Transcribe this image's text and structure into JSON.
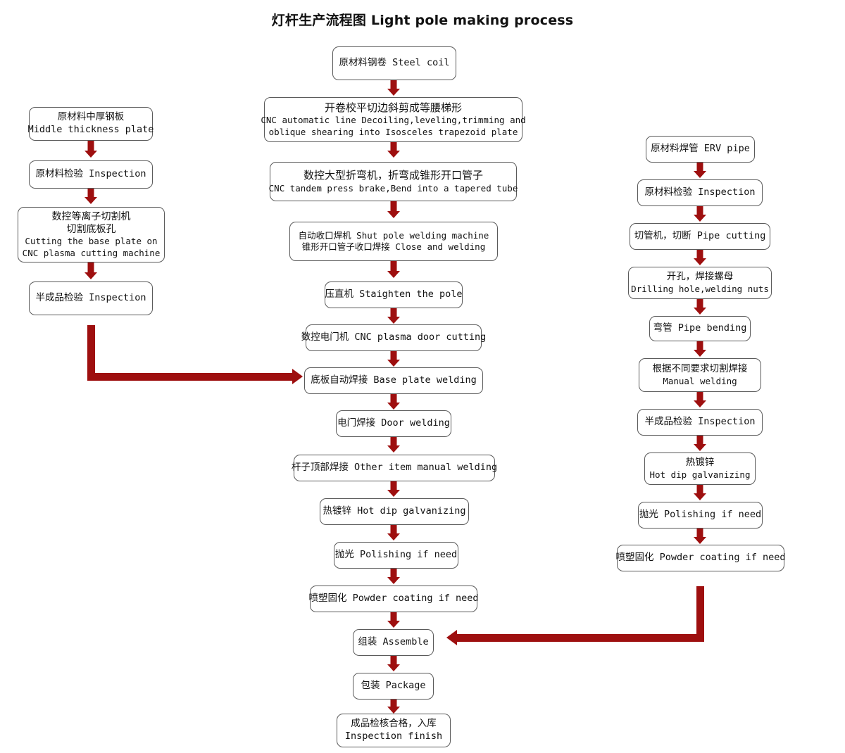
{
  "page": {
    "title": "灯杆生产流程图 Light pole making process",
    "accent_color": "#9e0f0f",
    "box_border_color": "#5a5a5a",
    "background": "#ffffff"
  },
  "columns": {
    "left": {
      "name": "Middle thickness plate branch",
      "nodes": [
        {
          "id": "l1",
          "lines": [
            "原材料中厚钢板",
            "Middle thickness plate"
          ]
        },
        {
          "id": "l2",
          "lines": [
            "原材料检验 Inspection"
          ]
        },
        {
          "id": "l3",
          "lines": [
            "数控等离子切割机",
            "切割底板孔",
            "Cutting the base plate on",
            "CNC plasma cutting machine"
          ]
        },
        {
          "id": "l4",
          "lines": [
            "半成品检验 Inspection"
          ]
        }
      ]
    },
    "center": {
      "name": "Steel coil main line",
      "nodes": [
        {
          "id": "c1",
          "lines": [
            "原材料钢卷 Steel coil"
          ]
        },
        {
          "id": "c2",
          "lines": [
            "开卷校平切边斜剪成等腰梯形",
            "CNC automatic line Decoiling,leveling,trimming and",
            "oblique shearing into Isosceles trapezoid plate"
          ]
        },
        {
          "id": "c3",
          "lines": [
            "数控大型折弯机，折弯成锥形开口管子",
            "CNC tandem press brake,Bend into a tapered tube"
          ]
        },
        {
          "id": "c4",
          "lines": [
            "自动收口焊机 Shut pole welding machine",
            "锥形开口管子收口焊接 Close and welding"
          ]
        },
        {
          "id": "c5",
          "lines": [
            "压直机 Staighten the pole"
          ]
        },
        {
          "id": "c6",
          "lines": [
            "数控电门机 CNC plasma door cutting"
          ]
        },
        {
          "id": "c7",
          "lines": [
            "底板自动焊接 Base plate welding"
          ]
        },
        {
          "id": "c8",
          "lines": [
            "电门焊接 Door welding"
          ]
        },
        {
          "id": "c9",
          "lines": [
            "杆子顶部焊接 Other item manual welding"
          ]
        },
        {
          "id": "c10",
          "lines": [
            "热镀锌 Hot dip galvanizing"
          ]
        },
        {
          "id": "c11",
          "lines": [
            "抛光 Polishing if need"
          ]
        },
        {
          "id": "c12",
          "lines": [
            "喷塑固化 Powder coating if need"
          ]
        },
        {
          "id": "c13",
          "lines": [
            "组装 Assemble"
          ]
        },
        {
          "id": "c14",
          "lines": [
            "包装 Package"
          ]
        },
        {
          "id": "c15",
          "lines": [
            "成品检核合格，入库",
            "Inspection finish"
          ]
        }
      ]
    },
    "right": {
      "name": "ERV pipe branch",
      "nodes": [
        {
          "id": "r1",
          "lines": [
            "原材料焊管 ERV pipe"
          ]
        },
        {
          "id": "r2",
          "lines": [
            "原材料检验 Inspection"
          ]
        },
        {
          "id": "r3",
          "lines": [
            "切管机，切断 Pipe cutting"
          ]
        },
        {
          "id": "r4",
          "lines": [
            "开孔，焊接螺母",
            "Drilling hole,welding nuts"
          ]
        },
        {
          "id": "r5",
          "lines": [
            "弯管 Pipe bending"
          ]
        },
        {
          "id": "r6",
          "lines": [
            "根据不同要求切割焊接",
            "Manual welding"
          ]
        },
        {
          "id": "r7",
          "lines": [
            "半成品检验 Inspection"
          ]
        },
        {
          "id": "r8",
          "lines": [
            "热镀锌",
            "Hot dip galvanizing"
          ]
        },
        {
          "id": "r9",
          "lines": [
            "抛光 Polishing if need"
          ]
        },
        {
          "id": "r10",
          "lines": [
            "喷塑固化 Powder coating if need"
          ]
        }
      ]
    }
  },
  "connectors": {
    "left_to_center": {
      "from": "半成品检验 Inspection",
      "to": "底板自动焊接 Base plate welding",
      "direction": "right"
    },
    "right_to_center": {
      "from": "喷塑固化 Powder coating if need",
      "to": "组装 Assemble",
      "direction": "left"
    }
  }
}
